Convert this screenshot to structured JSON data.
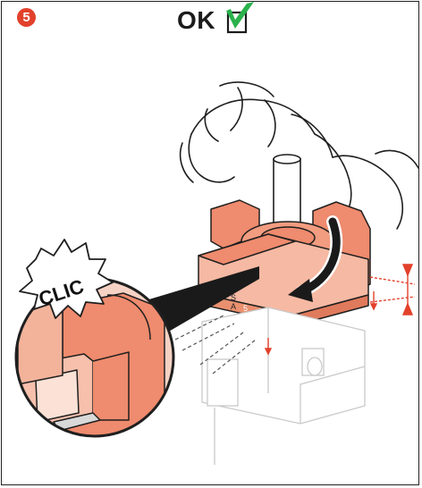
{
  "step": {
    "number": "5"
  },
  "status": {
    "label": "OK",
    "check_color": "#2bb24c"
  },
  "callout": {
    "label": "CLIC"
  },
  "module": {
    "label_s": "S",
    "label_a": "A",
    "label_five": "5"
  },
  "colors": {
    "accent": "#e2412b",
    "salmon": "#ef8b6e",
    "salmon_light": "#f6b9a3",
    "line": "#1f1f1f",
    "dim": "#cfcfcf"
  }
}
